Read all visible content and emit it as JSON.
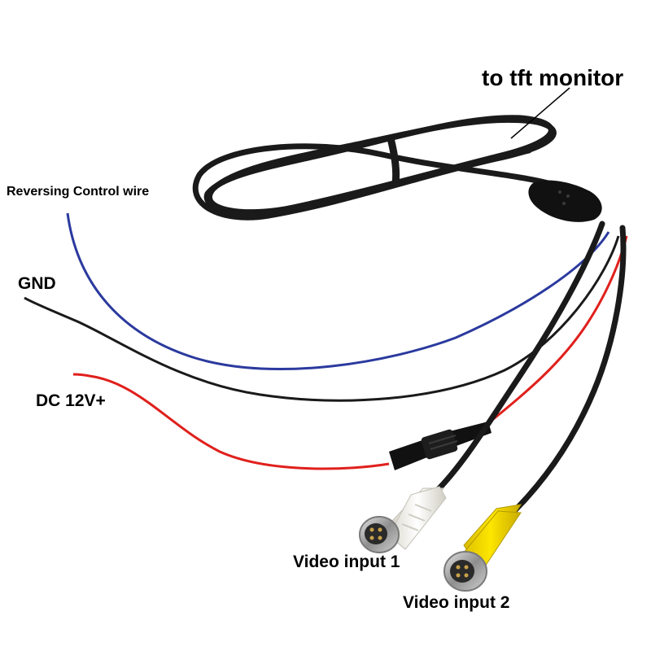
{
  "labels": {
    "to_tft_monitor": "to tft monitor",
    "reversing_control_wire": "Reversing Control wire",
    "gnd": "GND",
    "dc_12v": "DC 12V+",
    "video_input_1": "Video input 1",
    "video_input_2": "Video input 2"
  },
  "colors": {
    "background": "#ffffff",
    "cable": "#1a1a1a",
    "blue_wire": "#2b3a9e",
    "red_wire": "#e0201c",
    "white_connector": "#f2f0e8",
    "yellow_connector": "#f5d800",
    "metal": "#b8b8b8"
  }
}
